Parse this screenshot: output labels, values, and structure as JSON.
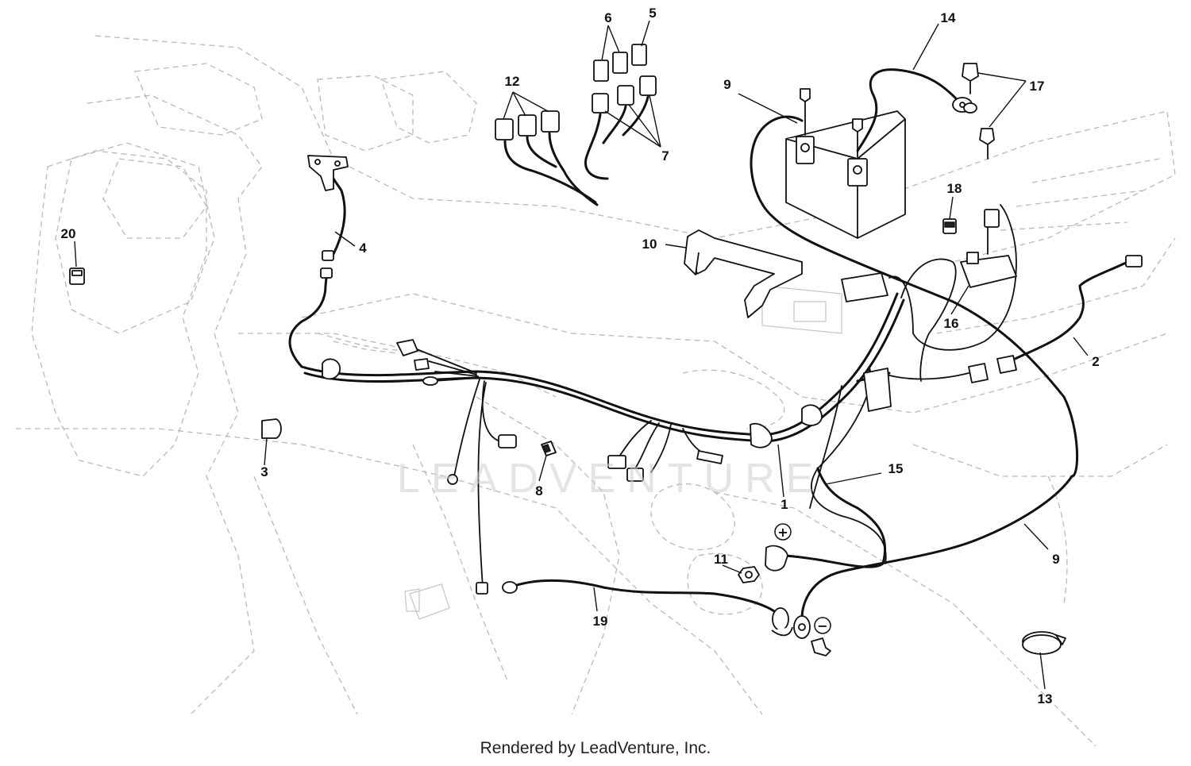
{
  "footer": {
    "credit": "Rendered by LeadVenture, Inc."
  },
  "watermark": {
    "text": "LEADVENTURE"
  },
  "symbols": {
    "positive": "+",
    "negative": "−"
  },
  "callouts": [
    {
      "id": "c1",
      "label": "1"
    },
    {
      "id": "c2",
      "label": "2"
    },
    {
      "id": "c3",
      "label": "3"
    },
    {
      "id": "c4",
      "label": "4"
    },
    {
      "id": "c5",
      "label": "5"
    },
    {
      "id": "c6",
      "label": "6"
    },
    {
      "id": "c7",
      "label": "7"
    },
    {
      "id": "c8",
      "label": "8"
    },
    {
      "id": "c9a",
      "label": "9"
    },
    {
      "id": "c9b",
      "label": "9"
    },
    {
      "id": "c10",
      "label": "10"
    },
    {
      "id": "c11",
      "label": "11"
    },
    {
      "id": "c12",
      "label": "12"
    },
    {
      "id": "c13",
      "label": "13"
    },
    {
      "id": "c14",
      "label": "14"
    },
    {
      "id": "c15",
      "label": "15"
    },
    {
      "id": "c16",
      "label": "16"
    },
    {
      "id": "c17",
      "label": "17"
    },
    {
      "id": "c18",
      "label": "18"
    },
    {
      "id": "c19",
      "label": "19"
    },
    {
      "id": "c20",
      "label": "20"
    }
  ]
}
